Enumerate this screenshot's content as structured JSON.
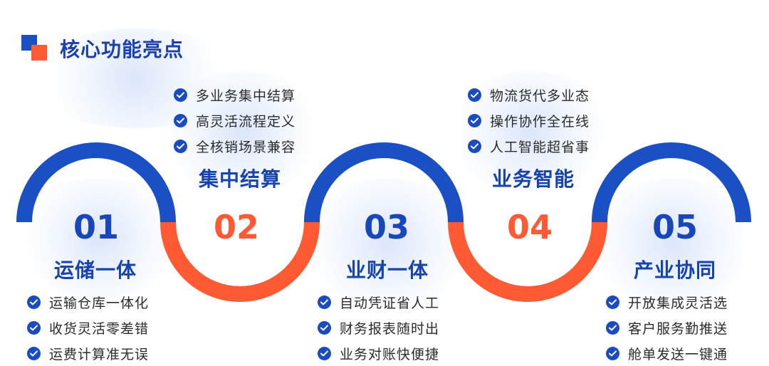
{
  "header": {
    "title": "核心功能亮点"
  },
  "stages": [
    {
      "number": "01",
      "title": "运储一体",
      "features": [
        "运输仓库一体化",
        "收货灵活零差错",
        "运费计算准无误"
      ]
    },
    {
      "number": "02",
      "title": "集中结算",
      "features": [
        "多业务集中结算",
        "高灵活流程定义",
        "全核销场景兼容"
      ]
    },
    {
      "number": "03",
      "title": "业财一体",
      "features": [
        "自动凭证省人工",
        "财务报表随时出",
        "业务对账快便捷"
      ]
    },
    {
      "number": "04",
      "title": "业务智能",
      "features": [
        "物流货代多业态",
        "操作协作全在线",
        "人工智能超省事"
      ]
    },
    {
      "number": "05",
      "title": "产业协同",
      "features": [
        "开放集成灵活选",
        "客户服务勤推送",
        "舱单发送一键通"
      ]
    }
  ],
  "colors": {
    "blue": "#1b4fc4",
    "orange": "#ff5a33",
    "check": "#1a4cbf"
  },
  "icons": {
    "logo": "two-overlapping-squares-icon",
    "bullet": "check-circle-icon"
  }
}
